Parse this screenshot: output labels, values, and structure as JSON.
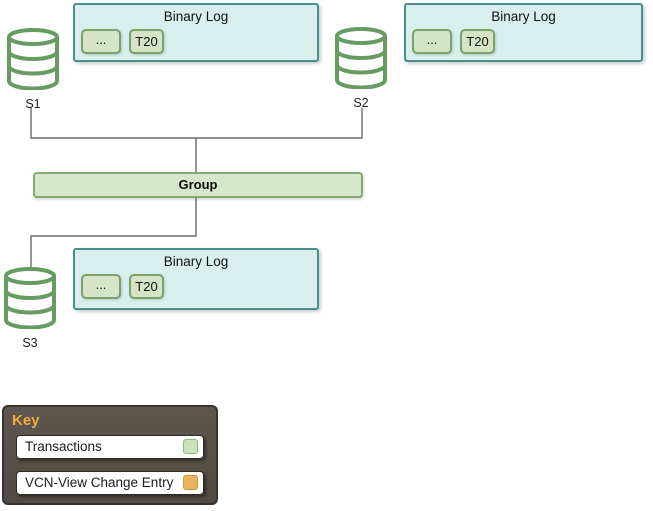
{
  "servers": [
    {
      "label": "S1"
    },
    {
      "label": "S2"
    },
    {
      "label": "S3"
    }
  ],
  "binary_logs": [
    {
      "title": "Binary Log",
      "entries": [
        "...",
        "T20"
      ]
    },
    {
      "title": "Binary Log",
      "entries": [
        "...",
        "T20"
      ]
    },
    {
      "title": "Binary Log",
      "entries": [
        "...",
        "T20"
      ]
    }
  ],
  "group": {
    "label": "Group"
  },
  "key": {
    "title": "Key",
    "items": [
      {
        "label": "Transactions",
        "swatch": "green"
      },
      {
        "label": "VCN-View Change Entry",
        "swatch": "orange"
      }
    ]
  },
  "colors": {
    "binary_log_fill": "#d8efee",
    "binary_log_border": "#4a8e8e",
    "transaction_fill": "#d5e3c6",
    "transaction_border": "#7ba06b",
    "group_fill": "#d5e8cb",
    "group_border": "#80aa72",
    "database_stroke": "#679b62",
    "connector_line": "#4f4f4f",
    "key_background": "#55504a",
    "key_title_text": "#f3ab3c",
    "legend_green_fill": "#c9e3bb",
    "legend_green_border": "#8cba7e",
    "legend_orange_fill": "#eab25d",
    "legend_orange_border": "#cd9434"
  }
}
